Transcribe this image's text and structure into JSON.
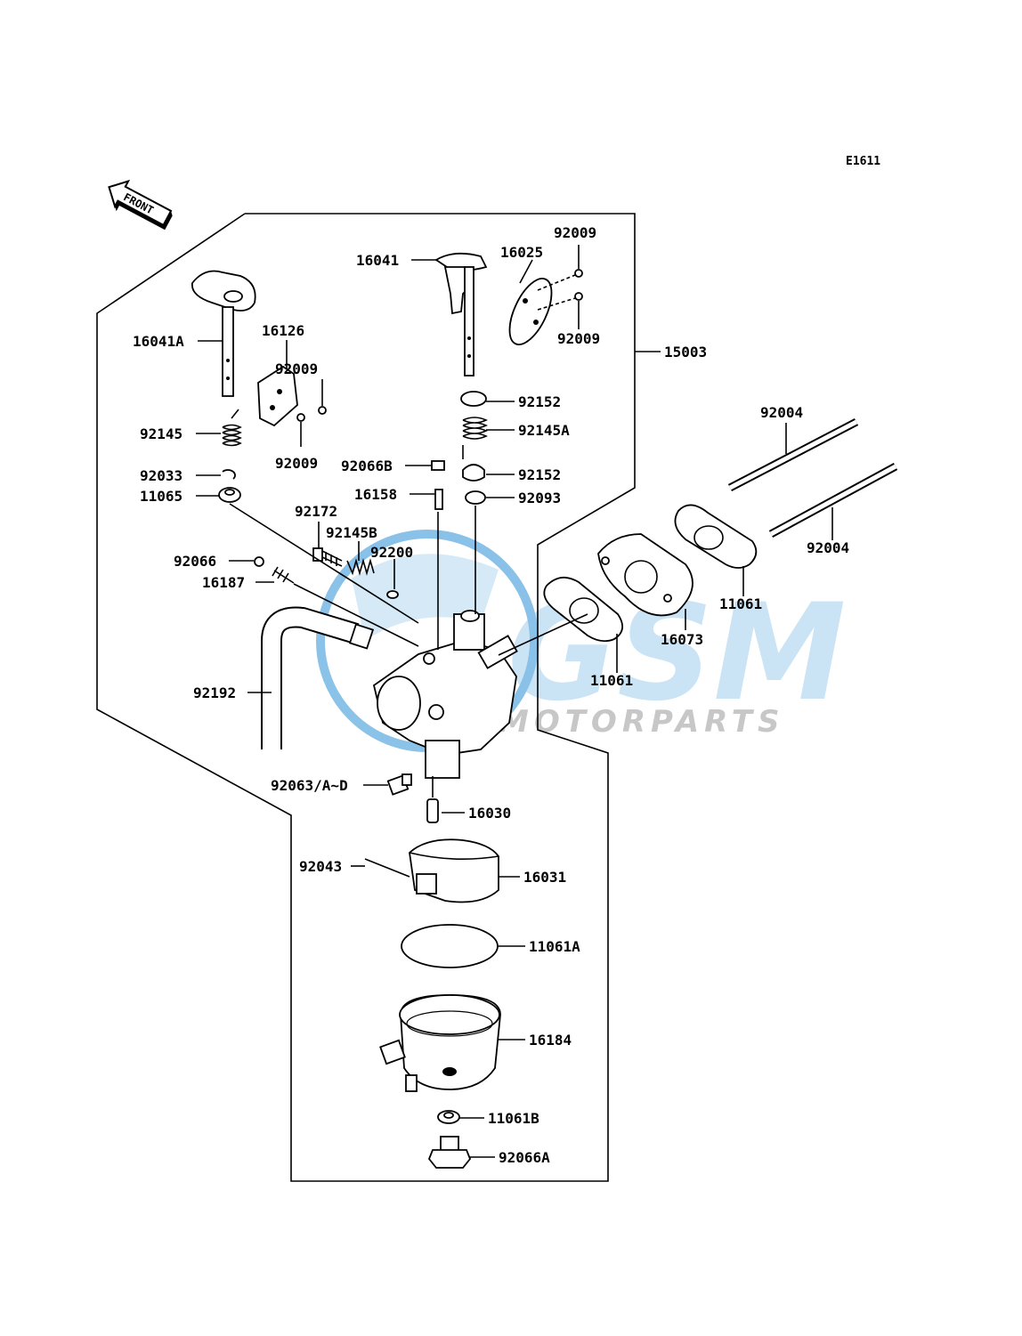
{
  "diagram_code": "E1611",
  "front_label": "FRONT",
  "watermark": {
    "brand": "GSM",
    "sub": "MOTORPARTS",
    "color": "#2b8fd6",
    "gray": "#9a9a9a"
  },
  "labels": {
    "p16041": "16041",
    "p16025": "16025",
    "p92009_a": "92009",
    "p92009_b": "92009",
    "p16041A": "16041A",
    "p16126": "16126",
    "p92009_c": "92009",
    "p92009_d": "92009",
    "p15003": "15003",
    "p92152_a": "92152",
    "p92145A": "92145A",
    "p92145": "92145",
    "p92033": "92033",
    "p11065": "11065",
    "p92066B": "92066B",
    "p92152_b": "92152",
    "p16158": "16158",
    "p92093": "92093",
    "p92004_a": "92004",
    "p92004_b": "92004",
    "p92172": "92172",
    "p92145B": "92145B",
    "p92200": "92200",
    "p92066": "92066",
    "p16187": "16187",
    "p11061_a": "11061",
    "p16073": "16073",
    "p11061_b": "11061",
    "p92192": "92192",
    "p92063": "92063/A~D",
    "p16030": "16030",
    "p92043": "92043",
    "p16031": "16031",
    "p11061A": "11061A",
    "p16184": "16184",
    "p11061B": "11061B",
    "p92066A": "92066A"
  }
}
